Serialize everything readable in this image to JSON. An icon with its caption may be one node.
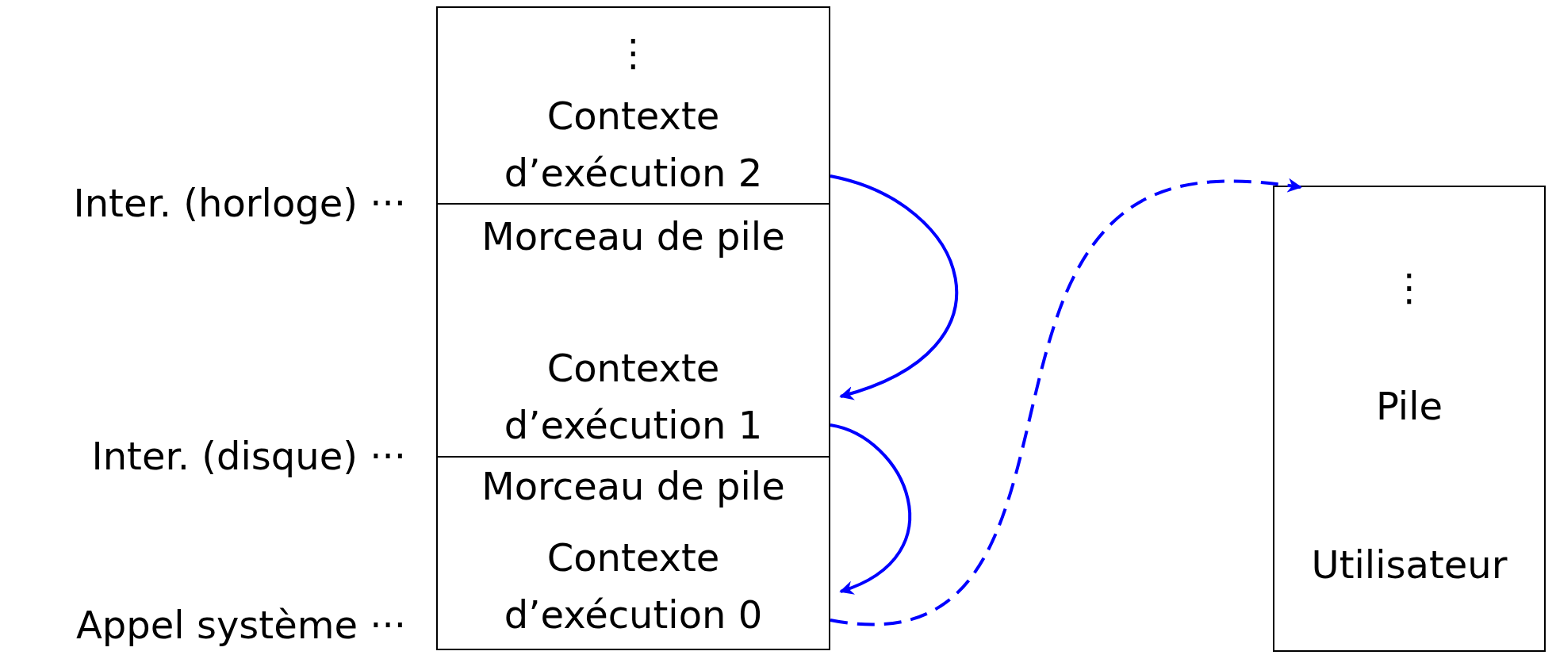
{
  "diagram": {
    "nodes": [
      {
        "text": [
          "⋮",
          "Contexte d’exécution 2"
        ]
      },
      {
        "text": [
          "Morceau de pile",
          "Contexte d’exécution 1"
        ]
      },
      {
        "text": [
          "Morceau de pile",
          "Contexte d’exécution 0"
        ]
      },
      {
        "text": [
          "⋮",
          "Pile",
          "Utilisateur"
        ]
      }
    ],
    "edges": [
      {
        "from": 0,
        "to": 1,
        "arrow": "to"
      },
      {
        "from": 1,
        "to": 2,
        "arrow": "to"
      },
      {
        "from": 2,
        "to": 3,
        "arrow": "to",
        "style": "dashed"
      }
    ],
    "labels": [
      "Inter. (horloge) ···",
      "Inter. (disque) ···",
      "Appel système ···"
    ]
  }
}
